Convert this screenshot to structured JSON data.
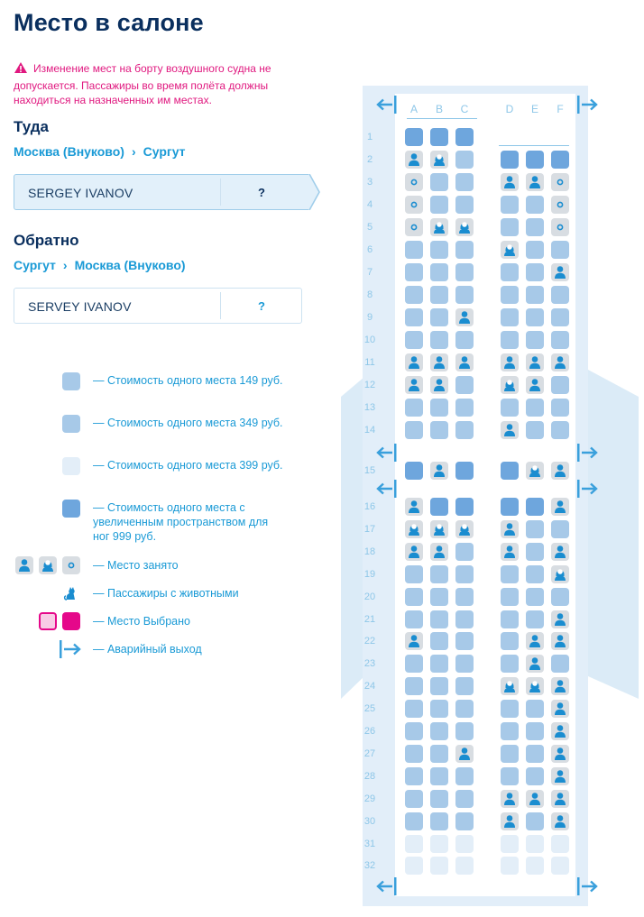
{
  "page": {
    "title": "Место в салоне",
    "warning": "Изменение мест на борту воздушного судна не допускается. Пассажиры во время полёта должны находиться на назначенных им местах."
  },
  "outbound": {
    "title": "Туда",
    "from": "Москва (Внуково)",
    "separator": "›",
    "to": "Сургут",
    "passenger": "SERGEY IVANOV",
    "seat": "?"
  },
  "inbound": {
    "title": "Обратно",
    "from": "Сургут",
    "separator": "›",
    "to": "Москва (Внуково)",
    "passenger": "SERVEY IVANOV",
    "seat": "?"
  },
  "legend": [
    {
      "text": "— Стоимость одного места 149 руб.",
      "kind": "t149",
      "color": "#a7c9e8"
    },
    {
      "text": "— Стоимость одного места 349 руб.",
      "kind": "t349",
      "color": "#a7c9e8"
    },
    {
      "text": "— Стоимость одного места 399 руб.",
      "kind": "t399",
      "color": "#e3eef8"
    },
    {
      "text": "— Стоимость одного места с увеличенным пространством для ног 999 руб.",
      "kind": "t999",
      "color": "#6ea6dd"
    },
    {
      "text": "— Место занято",
      "kind": "occupied"
    },
    {
      "text": "— Пассажиры с животными",
      "kind": "pets"
    },
    {
      "text": "— Место Выбрано",
      "kind": "selected",
      "color": "#e5088a"
    },
    {
      "text": "— Аварийный выход",
      "kind": "exit"
    }
  ],
  "seatmap": {
    "columns": [
      "A",
      "B",
      "C",
      "D",
      "E",
      "F"
    ],
    "rows": [
      {
        "n": "1",
        "s": [
          "X",
          "X",
          "X",
          null,
          null,
          null
        ]
      },
      {
        "n": "2",
        "s": [
          "M",
          "W",
          "a",
          "X",
          "X",
          "X"
        ]
      },
      {
        "n": "3",
        "s": [
          "o",
          "a",
          "a",
          "M",
          "M",
          "o"
        ]
      },
      {
        "n": "4",
        "s": [
          "o",
          "a",
          "a",
          "a",
          "a",
          "o"
        ]
      },
      {
        "n": "5",
        "s": [
          "o",
          "W",
          "W",
          "a",
          "a",
          "o"
        ]
      },
      {
        "n": "6",
        "s": [
          "a",
          "a",
          "a",
          "W",
          "a",
          "a"
        ]
      },
      {
        "n": "7",
        "s": [
          "a",
          "a",
          "a",
          "a",
          "a",
          "M"
        ]
      },
      {
        "n": "8",
        "s": [
          "a",
          "a",
          "a",
          "a",
          "a",
          "a"
        ]
      },
      {
        "n": "9",
        "s": [
          "a",
          "a",
          "M",
          "a",
          "a",
          "a"
        ]
      },
      {
        "n": "10",
        "s": [
          "a",
          "a",
          "a",
          "a",
          "a",
          "a"
        ]
      },
      {
        "n": "11",
        "s": [
          "M",
          "M",
          "M",
          "M",
          "M",
          "M"
        ]
      },
      {
        "n": "12",
        "s": [
          "M",
          "M",
          "a",
          "W",
          "M",
          "a"
        ]
      },
      {
        "n": "13",
        "s": [
          "a",
          "a",
          "a",
          "a",
          "a",
          "a"
        ]
      },
      {
        "n": "14",
        "s": [
          "a",
          "a",
          "a",
          "M",
          "a",
          "a"
        ]
      },
      {
        "n": "15",
        "s": [
          "X",
          "M",
          "X",
          "X",
          "W",
          "M"
        ]
      },
      {
        "n": "16",
        "s": [
          "M",
          "X",
          "X",
          "X",
          "X",
          "M"
        ]
      },
      {
        "n": "17",
        "s": [
          "W",
          "W",
          "W",
          "M",
          "a",
          "a"
        ]
      },
      {
        "n": "18",
        "s": [
          "M",
          "M",
          "a",
          "M",
          "a",
          "M"
        ]
      },
      {
        "n": "19",
        "s": [
          "a",
          "a",
          "a",
          "a",
          "a",
          "W"
        ]
      },
      {
        "n": "20",
        "s": [
          "a",
          "a",
          "a",
          "a",
          "a",
          "a"
        ]
      },
      {
        "n": "21",
        "s": [
          "a",
          "a",
          "a",
          "a",
          "a",
          "M"
        ]
      },
      {
        "n": "22",
        "s": [
          "M",
          "a",
          "a",
          "a",
          "M",
          "M"
        ]
      },
      {
        "n": "23",
        "s": [
          "a",
          "a",
          "a",
          "a",
          "M",
          "a"
        ]
      },
      {
        "n": "24",
        "s": [
          "a",
          "a",
          "a",
          "W",
          "W",
          "M"
        ]
      },
      {
        "n": "25",
        "s": [
          "a",
          "a",
          "a",
          "a",
          "a",
          "M"
        ]
      },
      {
        "n": "26",
        "s": [
          "a",
          "a",
          "a",
          "a",
          "a",
          "M"
        ]
      },
      {
        "n": "27",
        "s": [
          "a",
          "a",
          "M",
          "a",
          "a",
          "M"
        ]
      },
      {
        "n": "28",
        "s": [
          "a",
          "a",
          "a",
          "a",
          "a",
          "M"
        ]
      },
      {
        "n": "29",
        "s": [
          "a",
          "a",
          "a",
          "M",
          "M",
          "M"
        ]
      },
      {
        "n": "30",
        "s": [
          "a",
          "a",
          "a",
          "M",
          "a",
          "M"
        ]
      },
      {
        "n": "31",
        "s": [
          "L",
          "L",
          "L",
          "L",
          "L",
          "L"
        ]
      },
      {
        "n": "32",
        "s": [
          "L",
          "L",
          "L",
          "L",
          "L",
          "L"
        ]
      }
    ]
  }
}
